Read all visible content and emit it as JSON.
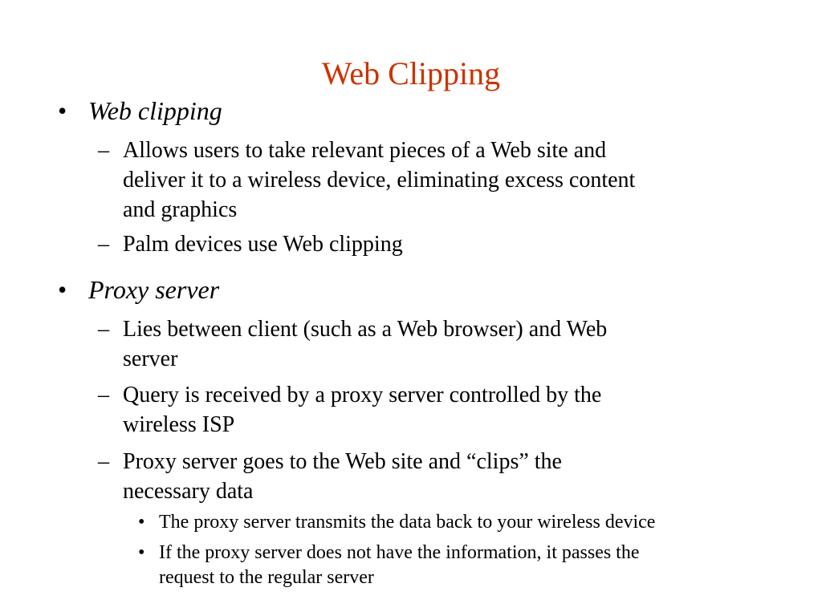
{
  "slide": {
    "title": "Web Clipping",
    "bullet_l1": "•",
    "bullet_l2": "–",
    "bullet_l3": "•",
    "sections": [
      {
        "heading": "Web clipping",
        "items": [
          "Allows users to take relevant pieces of a Web site and\ndeliver it to a wireless device, eliminating excess content\nand graphics",
          "Palm devices use Web clipping"
        ]
      },
      {
        "heading": "Proxy server",
        "items": [
          "Lies between client (such as a Web browser) and Web\nserver",
          "Query is received by a proxy server controlled by the\nwireless ISP",
          "Proxy server goes to the Web site and “clips” the\nnecessary data"
        ],
        "subitems": [
          "The proxy server transmits the data back to your wireless device",
          "If the proxy server does not have the information, it passes the\nrequest to the regular server"
        ]
      }
    ],
    "colors": {
      "title": "#cc3300",
      "text": "#000000",
      "background": "#ffffff"
    }
  }
}
